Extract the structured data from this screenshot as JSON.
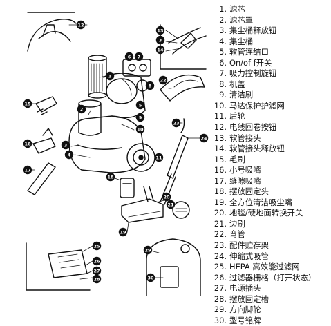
{
  "parts": [
    {
      "n": "1.",
      "label": "滤芯"
    },
    {
      "n": "2.",
      "label": "滤芯罩"
    },
    {
      "n": "3.",
      "label": "集尘桶释放钮"
    },
    {
      "n": "4.",
      "label": "集尘桶"
    },
    {
      "n": "5.",
      "label": "软管连结口"
    },
    {
      "n": "6.",
      "label": "On/of f开关"
    },
    {
      "n": "7.",
      "label": "吸力控制旋钮"
    },
    {
      "n": "8.",
      "label": "机盖"
    },
    {
      "n": "9.",
      "label": "清洁刷"
    },
    {
      "n": "10.",
      "label": "马达保护护滤网"
    },
    {
      "n": "11.",
      "label": "后轮"
    },
    {
      "n": "12.",
      "label": "电线回卷按钮"
    },
    {
      "n": "13.",
      "label": "软管接头"
    },
    {
      "n": "14.",
      "label": "软管接头释放钮"
    },
    {
      "n": "15.",
      "label": "毛刷"
    },
    {
      "n": "16.",
      "label": "小号吸嘴"
    },
    {
      "n": "17.",
      "label": "缝隙吸嘴"
    },
    {
      "n": "18.",
      "label": "摆放固定头"
    },
    {
      "n": "19.",
      "label": "全方位清洁吸尘嘴"
    },
    {
      "n": "20.",
      "label": "地毯/硬地面转换开关"
    },
    {
      "n": "21.",
      "label": "边刷"
    },
    {
      "n": "22.",
      "label": "弯管"
    },
    {
      "n": "23.",
      "label": "配件贮存架"
    },
    {
      "n": "24.",
      "label": "伸缩式吸管"
    },
    {
      "n": "25.",
      "label": "HEPA 高效能过滤网"
    },
    {
      "n": "26.",
      "label": "过滤器栅格（打开状态）"
    },
    {
      "n": "27.",
      "label": "电源插头"
    },
    {
      "n": "28.",
      "label": "摆放固定槽"
    },
    {
      "n": "29.",
      "label": "方向脚轮"
    },
    {
      "n": "30.",
      "label": "型号铭牌"
    }
  ],
  "callouts": [
    "1",
    "2",
    "3",
    "4",
    "5",
    "6",
    "7",
    "8",
    "9",
    "10",
    "11",
    "12",
    "13",
    "14",
    "15",
    "16",
    "17",
    "18",
    "19",
    "20",
    "21",
    "22",
    "23",
    "24",
    "25",
    "26",
    "27",
    "28",
    "29",
    "30"
  ]
}
